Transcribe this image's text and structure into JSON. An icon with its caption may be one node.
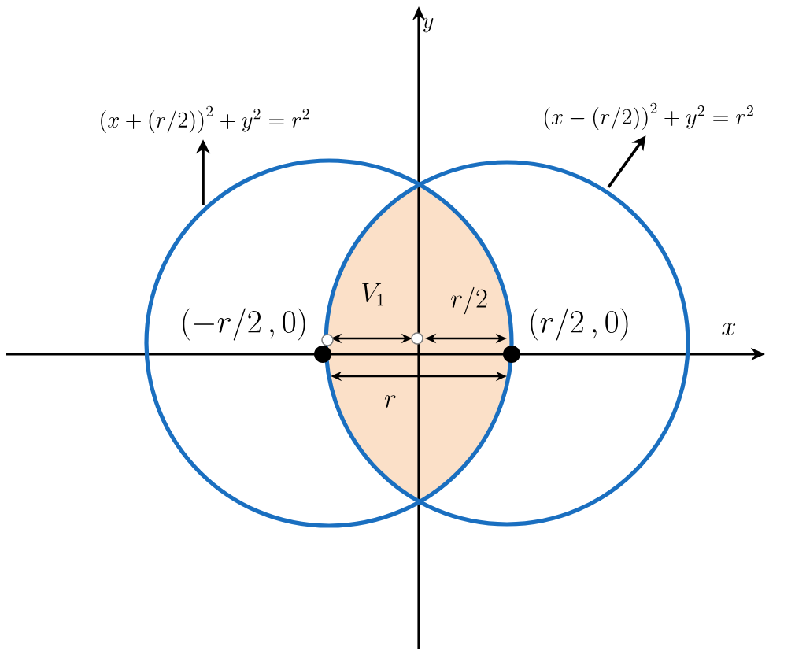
{
  "diagram": {
    "nodes": [
      {
        "text": [
          "\\left(x+\\left(r/2\\right)\\right)^2+y^2=r^2"
        ]
      },
      {
        "text": [
          "\\left(x-\\left(r/2\\right)\\right)^2+y^2=r^2"
        ]
      },
      {
        "text": [],
        "shape": "circle"
      },
      {
        "text": [],
        "shape": "circle"
      }
    ],
    "edges": [
      {
        "from": 2,
        "to": 0,
        "arrow": "to"
      },
      {
        "from": 3,
        "to": 1,
        "arrow": "to"
      }
    ],
    "labels": [
      "y",
      "V_1",
      "r/2",
      "(-r/2\\,,0)",
      "(r/2\\,,0)",
      "x",
      "r"
    ]
  }
}
